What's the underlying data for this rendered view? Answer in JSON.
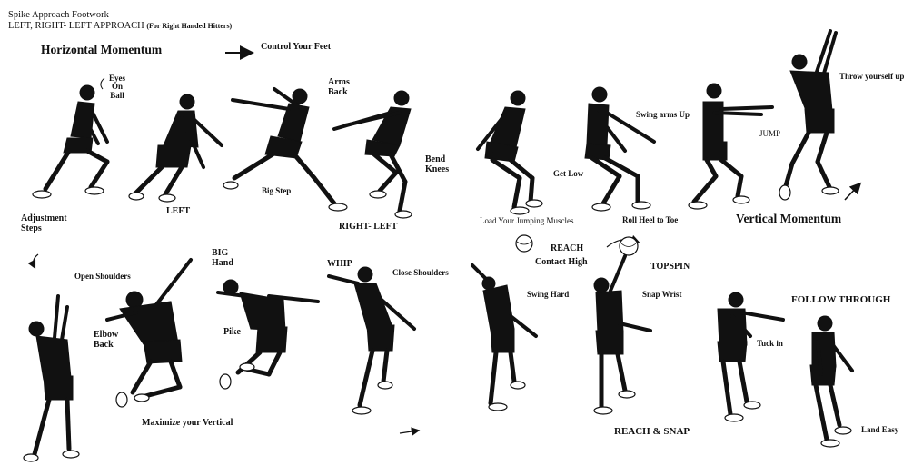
{
  "header": {
    "title": "Spike Approach Footwork",
    "subtitle_main": "LEFT,  RIGHT- LEFT APPROACH",
    "subtitle_note": "(For Right Handed Hitters)"
  },
  "phases": {
    "horizontal": "Horizontal Momentum",
    "horizontal_tip": "Control Your Feet",
    "vertical": "Vertical Momentum"
  },
  "labels": {
    "eyes": "Eyes\nOn\nBall",
    "adjustment": "Adjustment\nSteps",
    "left": "LEFT",
    "arms_back": "Arms\nBack",
    "big_step": "Big Step",
    "bend_knees": "Bend\nKnees",
    "right_left": "RIGHT- LEFT",
    "load": "Load Your Jumping Muscles",
    "get_low": "Get Low",
    "swing_arms": "Swing arms Up",
    "roll_heel": "Roll Heel to Toe",
    "jump": "JUMP",
    "throw": "Throw yourself up",
    "open_shoulders": "Open Shoulders",
    "elbow_back": "Elbow\nBack",
    "big_hand": "BIG\nHand",
    "pike": "Pike",
    "whip": "WHIP",
    "close_shoulders": "Close Shoulders",
    "maximize": "Maximize your Vertical",
    "swing_hard": "Swing Hard",
    "reach": "REACH",
    "contact_high": "Contact High",
    "topspin": "TOPSPIN",
    "snap_wrist": "Snap Wrist",
    "reach_snap": "REACH & SNAP",
    "follow_through": "FOLLOW THROUGH",
    "tuck_in": "Tuck in",
    "land_easy": "Land Easy"
  }
}
